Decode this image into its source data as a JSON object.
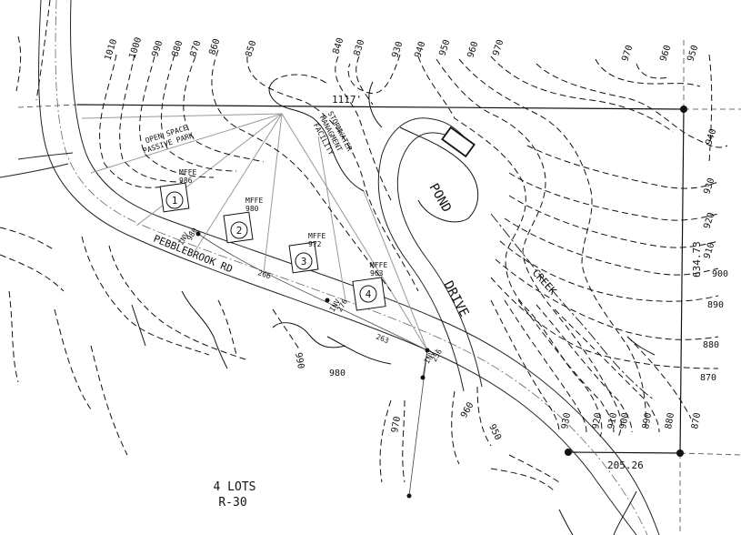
{
  "plan": {
    "summary_line1": "4 LOTS",
    "summary_line2": "R-30",
    "road_name": "PEBBLEBROOK RD",
    "drive_label": "DRIVE",
    "pond_label": "POND",
    "creek_label": "CREEK",
    "open_space_line1": "OPEN SPACE",
    "open_space_line2": "PASSIVE PARK",
    "stormwater_line1": "STORMWATER",
    "stormwater_line2": "MANAGMENT",
    "stormwater_line3": "FACILITY"
  },
  "dimensions": {
    "top": "1117'",
    "right": "634.73",
    "bottom": "205.26"
  },
  "lots": [
    {
      "number": "1",
      "mffe_label": "MFFE",
      "mffe": "986"
    },
    {
      "number": "2",
      "mffe_label": "MFFE",
      "mffe": "980"
    },
    {
      "number": "3",
      "mffe_label": "MFFE",
      "mffe": "972"
    },
    {
      "number": "4",
      "mffe_label": "MFFE",
      "mffe": "963"
    }
  ],
  "inverts": [
    {
      "label": "INV.",
      "value": "980"
    },
    {
      "label": "INV.",
      "value": "276"
    },
    {
      "label": "INV.",
      "value": "256"
    }
  ],
  "spot_elevations": [
    "266",
    "263"
  ],
  "contour_labels": {
    "top": [
      "1010",
      "1000",
      "990",
      "880",
      "870",
      "860",
      "850",
      "840",
      "830",
      "930",
      "940",
      "950",
      "960",
      "970",
      "970",
      "960",
      "950"
    ],
    "right": [
      "940",
      "930",
      "920",
      "910",
      "900",
      "890",
      "880",
      "870"
    ],
    "bottom": [
      "970",
      "960",
      "950",
      "930",
      "920",
      "910",
      "900",
      "890",
      "880",
      "870"
    ],
    "road": [
      "990",
      "980"
    ]
  }
}
